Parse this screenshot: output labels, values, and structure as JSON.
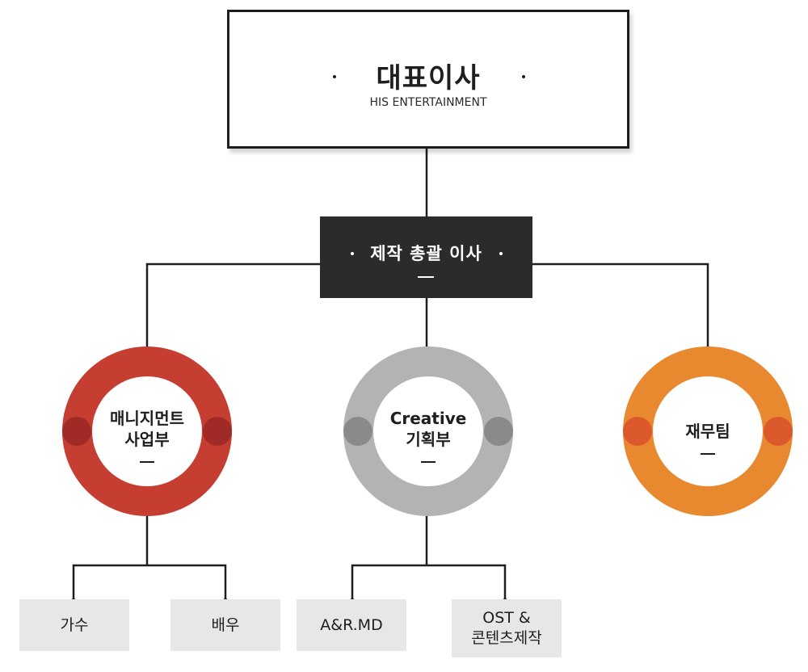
{
  "ceo": {
    "title": "대표이사",
    "subtitle": "HIS ENTERTAINMENT"
  },
  "producer": {
    "title": "제작 총괄 이사"
  },
  "departments": [
    {
      "line1": "매니지먼트",
      "line2": "사업부",
      "color": "#c63d31",
      "knob_color": "#a02a26"
    },
    {
      "line1": "Creative",
      "line2": "기획부",
      "color": "#b3b3b3",
      "knob_color": "#8a8a8a"
    },
    {
      "line1": "재무팀",
      "color": "#e9892f",
      "knob_color": "#db592c"
    }
  ],
  "teams": {
    "singer": "가수",
    "actor": "배우",
    "ar_md": "A&R.MD",
    "ost_line1": "OST &",
    "ost_line2": "콘텐츠제작"
  }
}
